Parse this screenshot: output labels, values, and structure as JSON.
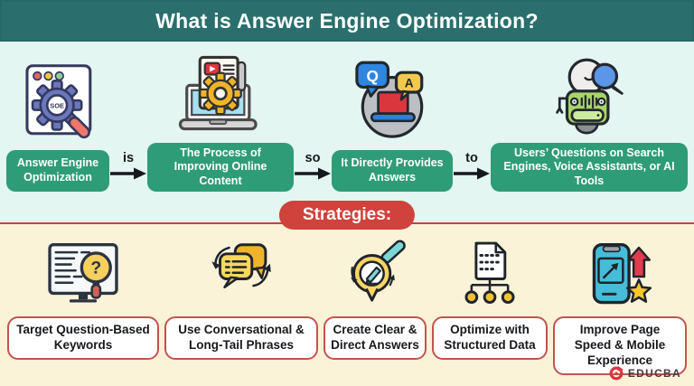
{
  "header": {
    "title": "What is Answer Engine Optimization?"
  },
  "flow": {
    "steps": [
      {
        "label": "Answer Engine Optimization",
        "icon": "seo-browser-icon"
      },
      {
        "label": "The Process of Improving Online Content",
        "icon": "laptop-content-icon"
      },
      {
        "label": "It Directly Provides Answers",
        "icon": "question-answer-laptop-icon"
      },
      {
        "label": "Users’ Questions on Search Engines, Voice Assistants, or AI Tools",
        "icon": "ai-assistant-robot-icon"
      }
    ],
    "connectors": [
      "is",
      "so",
      "to"
    ]
  },
  "strategies": {
    "title": "Strategies:",
    "items": [
      {
        "label": "Target Question-Based Keywords",
        "icon": "question-search-screen-icon"
      },
      {
        "label": "Use Conversational & Long-Tail Phrases",
        "icon": "conversation-bubbles-icon"
      },
      {
        "label": "Create Clear & Direct Answers",
        "icon": "write-answer-magnifier-icon"
      },
      {
        "label": "Optimize with Structured Data",
        "icon": "structured-data-icon"
      },
      {
        "label": "Improve Page Speed & Mobile Experience",
        "icon": "mobile-speed-icon"
      }
    ]
  },
  "footer": {
    "brand": "EDUCBA"
  },
  "colors": {
    "header_teal": "#2a6f6d",
    "mint_bg": "#e3f6f1",
    "step_green": "#2f9c78",
    "accent_red": "#d0423c",
    "cream_bg": "#fbf3d8",
    "box_border_red": "#c4534e"
  }
}
